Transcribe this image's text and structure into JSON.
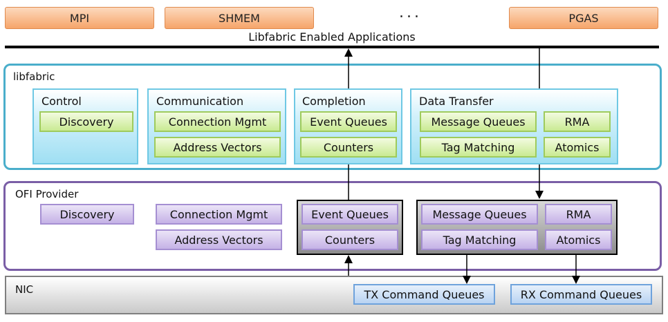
{
  "applications": {
    "items": [
      "MPI",
      "SHMEM",
      "PGAS"
    ],
    "ellipsis": "...",
    "label": "Libfabric Enabled Applications"
  },
  "libfabric": {
    "label": "libfabric",
    "control": {
      "title": "Control",
      "items": [
        "Discovery"
      ]
    },
    "communication": {
      "title": "Communication",
      "items": [
        "Connection Mgmt",
        "Address Vectors"
      ]
    },
    "completion": {
      "title": "Completion",
      "items": [
        "Event Queues",
        "Counters"
      ]
    },
    "data_transfer": {
      "title": "Data Transfer",
      "items": [
        "Message Queues",
        "RMA",
        "Tag Matching",
        "Atomics"
      ]
    }
  },
  "provider": {
    "label": "OFI Provider",
    "discovery": "Discovery",
    "communication": [
      "Connection Mgmt",
      "Address Vectors"
    ],
    "completion": [
      "Event Queues",
      "Counters"
    ],
    "data_transfer": [
      "Message Queues",
      "RMA",
      "Tag Matching",
      "Atomics"
    ]
  },
  "nic": {
    "label": "NIC",
    "tx": "TX Command Queues",
    "rx": "RX Command Queues"
  },
  "colors": {
    "app_orange": "#f6a56a",
    "libfabric_border": "#4aaecb",
    "group_blue": "#9fdff3",
    "item_green": "#c9ea92",
    "provider_border": "#7a5ea6",
    "item_purple": "#c5b2e6",
    "nic_grey": "#c9c9c9",
    "queue_blue": "#b9d3f2"
  }
}
